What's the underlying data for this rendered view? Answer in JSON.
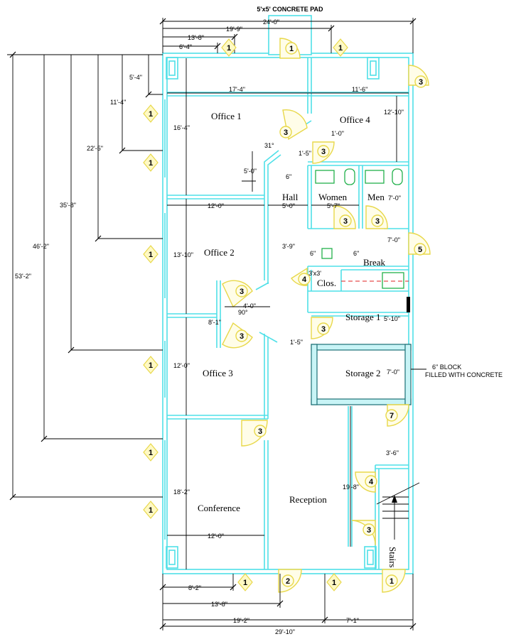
{
  "top_label": "5'x5' CONCRETE PAD",
  "block_note": [
    "6\" BLOCK",
    "FILLED WITH CONCRETE"
  ],
  "rooms": {
    "office1": "Office 1",
    "office2": "Office 2",
    "office3": "Office 3",
    "office4": "Office 4",
    "hall": "Hall",
    "women": "Women",
    "men": "Men",
    "break": "Break",
    "closet": "Clos.",
    "storage1": "Storage 1",
    "storage2": "Storage 2",
    "conference": "Conference",
    "reception": "Reception",
    "stairs": "Stairs"
  },
  "dims": {
    "top_24": "24'-0\"",
    "top_19_9": "19'-9\"",
    "top_13_8": "13'-8\"",
    "top_6_4": "6'-4\"",
    "left_53_2": "53'-2\"",
    "left_46_2": "46'-2\"",
    "left_35_8": "35'-8\"",
    "left_22_5": "22'-5\"",
    "left_11_4": "11'-4\"",
    "left_5_4": "5'-4\"",
    "o1_width": "17'-4\"",
    "o4_width": "11'-6\"",
    "o1_height": "16'-4\"",
    "o4_height": "12'-10\"",
    "jog_1_0": "1'-0\"",
    "jog_1_5": "1'-5\"",
    "angle_31": "31°",
    "hall_5_0v": "5'-0\"",
    "six_in_a": "6\"",
    "o2_width": "12'-0\"",
    "hall_width": "5'-0\"",
    "women_width": "5'-7\"",
    "men_7_0": "7'-0\"",
    "o2_height": "13'-10\"",
    "break_3_9": "3'-9\"",
    "six_in_b": "6\"",
    "six_in_c": "6\"",
    "closet_size": "3'x3'",
    "break_7_0": "7'-0\"",
    "door_4_0": "4'-0\"",
    "angle_90": "90°",
    "o3_8_1": "8'-1\"",
    "storage1_5_10": "5'-10\"",
    "jog_1_5b": "1'-5\"",
    "o3_width": "12'-0\"",
    "storage2_7_0": "7'-0\"",
    "stair_3_6": "3'-6\"",
    "conf_18_2": "18'-2\"",
    "rec_19_8": "19'-8\"",
    "conf_width": "12'-0\"",
    "bot_8_2": "8'-2\"",
    "bot_13_8": "13'-8\"",
    "bot_19_2": "19'-2\"",
    "bot_7_1": "7'-1\"",
    "bot_29_10": "29'-10\""
  },
  "tags": {
    "door_top": "1",
    "door_top_right": "3",
    "door_o1": "3",
    "door_o4": "3",
    "door_women": "3",
    "door_men": "3",
    "door_break_ext": "5",
    "door_closet": "4",
    "door_o2": "3",
    "door_o3": "3",
    "door_storage1": "3",
    "door_storage2": "7",
    "door_conf": "3",
    "door_stair_upper": "4",
    "door_stair_lower": "3",
    "door_front": "2",
    "door_rear": "1",
    "window_top_a": "1",
    "window_top_b": "1",
    "window_left_a": "1",
    "window_left_b": "1",
    "window_left_c": "1",
    "window_left_d": "1",
    "window_left_e": "1",
    "window_left_f": "1",
    "window_bot_a": "1",
    "window_bot_b": "1"
  }
}
